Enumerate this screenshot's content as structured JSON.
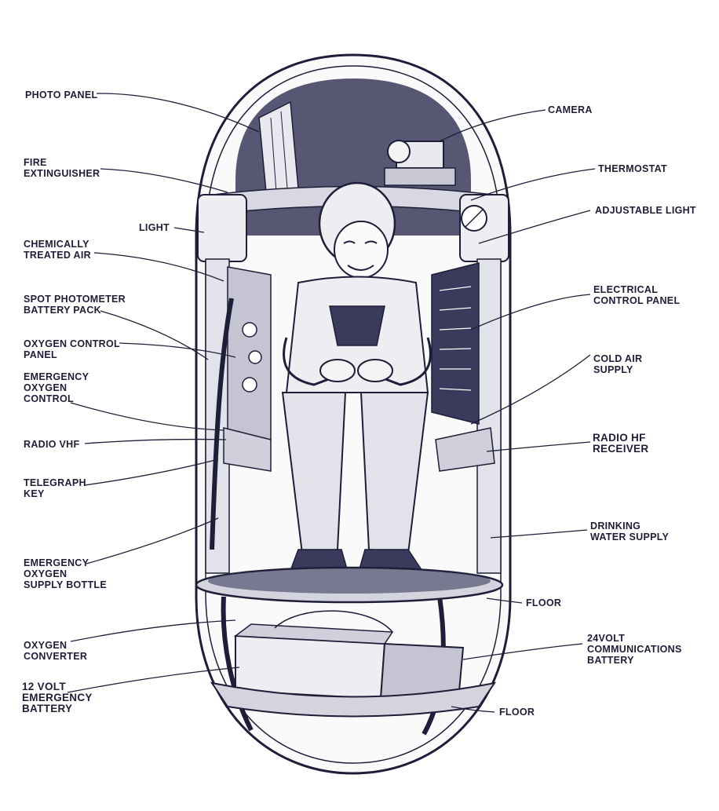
{
  "colors": {
    "ink": "#1e1e38",
    "shade": "#3a3a5c",
    "paper": "#ffffff"
  },
  "labels": {
    "photo_panel": "PHOTO PANEL",
    "camera": "CAMERA",
    "fire_extinguisher": "FIRE\nEXTINGUISHER",
    "thermostat": "THERMOSTAT",
    "light": "LIGHT",
    "adjustable_light": "ADJUSTABLE  LIGHT",
    "chemically_treated_air": "CHEMICALLY\nTREATED AIR",
    "spot_photometer": "SPOT PHOTOMETER\nBATTERY PACK",
    "electrical_control_panel": "ELECTRICAL\nCONTROL PANEL",
    "oxygen_control_panel": "OXYGEN CONTROL\nPANEL",
    "cold_air_supply": "COLD AIR\nSUPPLY",
    "emergency_oxygen_control": "EMERGENCY\nOXYGEN\nCONTROL",
    "radio_vhf": "RADIO  VHF",
    "radio_hf_receiver": "RADIO  HF\nRECEIVER",
    "telegraph_key": "TELEGRAPH\nKEY",
    "drinking_water_supply": "DRINKING\nWATER SUPPLY",
    "emergency_oxygen_supply_bottle": "EMERGENCY\nOXYGEN\nSUPPLY BOTTLE",
    "floor_upper": "FLOOR",
    "oxygen_converter": "OXYGEN\nCONVERTER",
    "communications_battery": "24VOLT\nCOMMUNICATIONS\nBATTERY",
    "emergency_battery": "12 VOLT\nEMERGENCY\nBATTERY",
    "floor_lower": "FLOOR"
  }
}
